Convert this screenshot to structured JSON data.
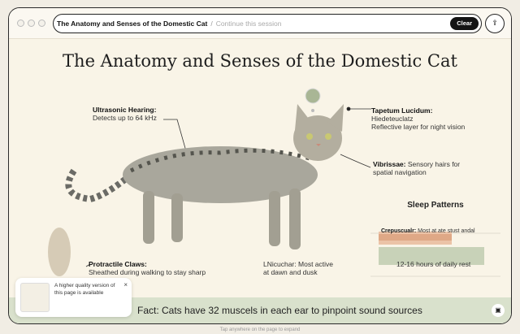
{
  "header": {
    "title": "The Anatomy and Senses of the Domestic Cat",
    "separator": "/",
    "placeholder": "Continue this session",
    "clear_label": "Clear",
    "share_icon": "share-icon"
  },
  "page": {
    "title": "The Anatomy and Senses of the Domestic Cat",
    "labels": {
      "hearing": {
        "title": "Ultrasonic Hearing:",
        "text": "Detects up to 64 kHz"
      },
      "tapetum": {
        "title": "Tapetum Lucidum:",
        "line1": "Hiedeteuclatz",
        "line2": "Reflective layer for night vision"
      },
      "vibrissae": {
        "title": "Vibrissae:",
        "text": "Sensory hairs for",
        "text2": "spatial navigation"
      },
      "claws": {
        "title": "Protractile Claws:",
        "text": "Sheathed during walking to stay sharp"
      },
      "nocturnal": {
        "title": "LNicuchar:",
        "text": "Most active",
        "text2": "at dawn and dusk"
      }
    },
    "sleep": {
      "title": "Sleep Patterns",
      "crepuscular_label": "Crepuscualr:",
      "crepuscular_text": "Most at ate stust andal",
      "rest": "12-16 hours of daily rest"
    },
    "fact": "Fact: Cats have 32 muscels in each ear to pinpoint sound sources"
  },
  "toast": {
    "message": "A higher quality version of this page is available",
    "close": "×"
  },
  "footer": {
    "hint": "Tap anywhere on the page to expand"
  }
}
